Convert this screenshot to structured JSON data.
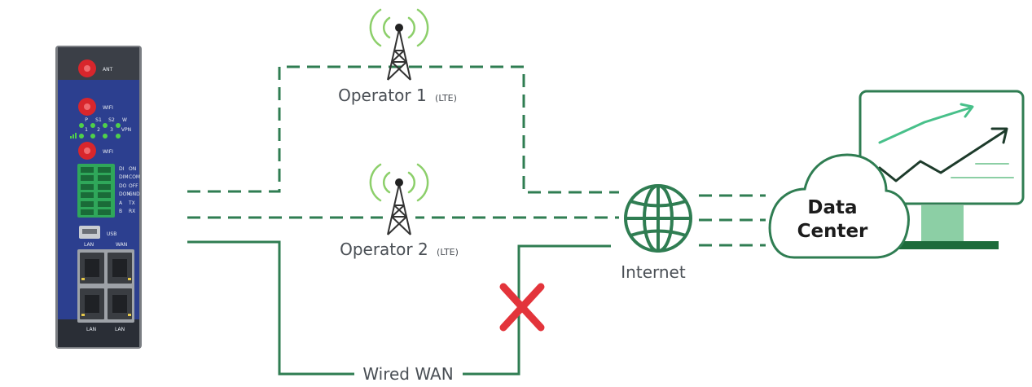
{
  "colors": {
    "green": "#2f7d52",
    "signal": "#8ccf6a",
    "tower": "#333333",
    "cross": "#e3343b",
    "device_body": "#2c3f8f",
    "antenna": "#d8262c",
    "label": "#4a4f55"
  },
  "router": {
    "labels": {
      "ant": "ANT",
      "wifi1": "WIFI",
      "wifi2": "WIFI",
      "usb": "USB",
      "lan_top": "LAN",
      "wan_top": "WAN",
      "lan_bottom_left": "LAN",
      "lan_bottom_right": "LAN"
    },
    "led_row1": [
      "P",
      "S1",
      "S2",
      "W"
    ],
    "led_row2": [
      "1",
      "2",
      "3",
      "VPN"
    ],
    "io_left": [
      "DI",
      "DIM",
      "DO",
      "DOM",
      "A",
      "B"
    ],
    "io_right": [
      "ON",
      "COM",
      "OFF",
      "GND",
      "TX",
      "RX"
    ]
  },
  "links": {
    "operator1": {
      "name": "Operator 1",
      "tech": "(LTE)",
      "icon": "cell-tower-icon"
    },
    "operator2": {
      "name": "Operator 2",
      "tech": "(LTE)",
      "icon": "cell-tower-icon"
    },
    "wired": {
      "name": "Wired WAN",
      "status": "failed",
      "icon": "cross-icon"
    }
  },
  "internet": {
    "label": "Internet",
    "icon": "globe-icon"
  },
  "datacenter": {
    "line1": "Data",
    "line2": "Center",
    "icon": "cloud-monitor-icon"
  }
}
